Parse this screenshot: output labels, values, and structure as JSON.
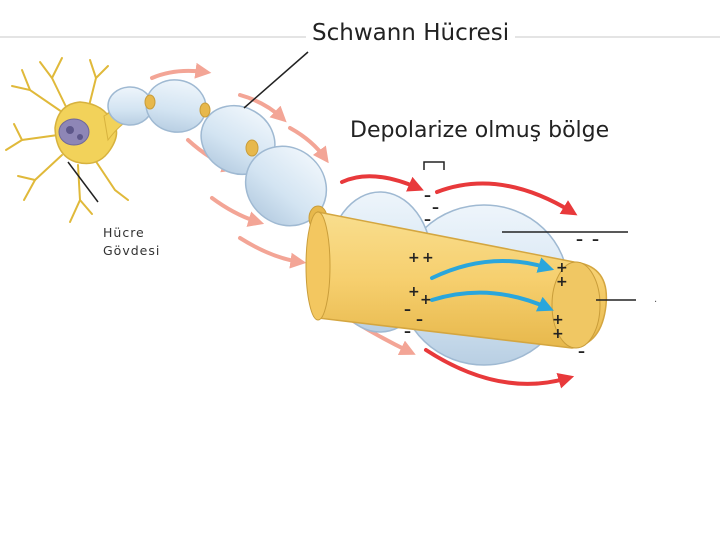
{
  "labels": {
    "schwann_cell": "Schwann Hücresi",
    "depolarized_region": "Depolarize olmuş bölge",
    "cell_body_line1": "Hücre",
    "cell_body_line2": "Gövdesi"
  },
  "colors": {
    "axon": "#f6cf6e",
    "myelin": "#d6e6f4",
    "myelin_edge": "#9fb9d2",
    "current_arrow": "#e8393b",
    "faded_arrow": "#f3a596",
    "ion_flow": "#2aa6dc",
    "neuron_body": "#f2d25a"
  }
}
